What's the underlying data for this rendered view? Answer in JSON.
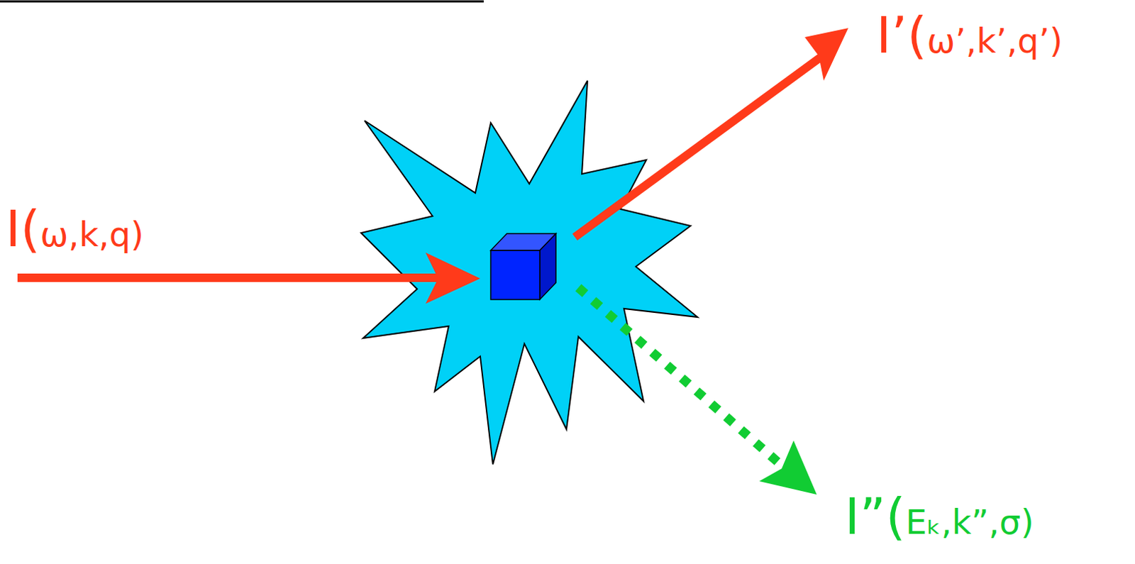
{
  "diagram": {
    "labels": [
      "I(ω,k,q)",
      "I’(ω’,k’,q’)",
      "I”(Eₖ,k”,σ)"
    ]
  }
}
